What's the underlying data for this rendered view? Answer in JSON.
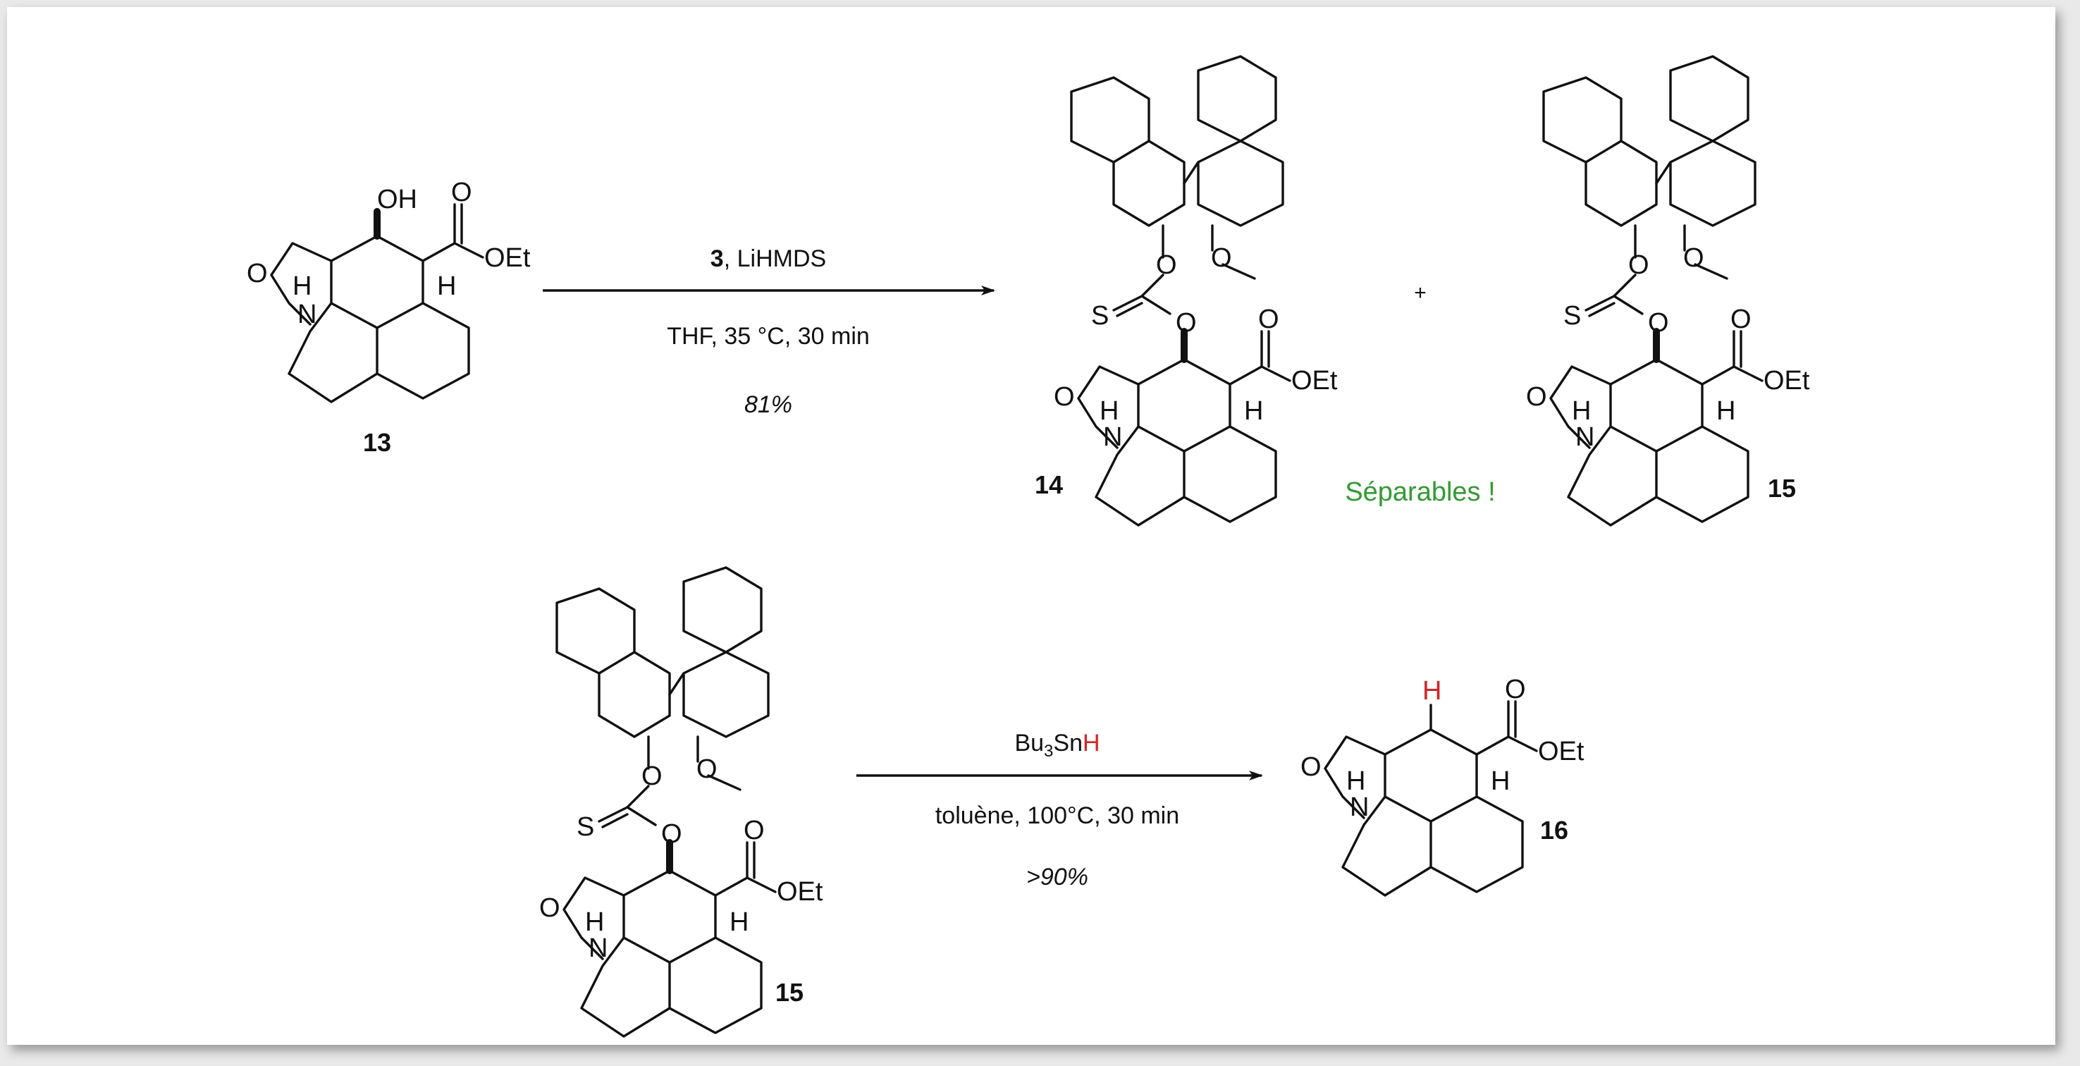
{
  "compounds": {
    "c13": "13",
    "c14": "14",
    "c15a": "15",
    "c15b": "15",
    "c16": "16"
  },
  "atoms": {
    "oh": "OH",
    "o": "O",
    "n": "N",
    "h": "H",
    "s": "S",
    "oet": "OEt"
  },
  "reaction1": {
    "reagent_bold": "3",
    "reagent_rest": ", LiHMDS",
    "conditions": "THF, 35 °C, 30 min",
    "yield": "81%"
  },
  "reaction2": {
    "reagent_bu": "Bu",
    "reagent_sub": "3",
    "reagent_sn": "Sn",
    "reagent_h": "H",
    "conditions": "toluène, 100°C, 30 min",
    "yield": ">90%"
  },
  "plus_sign": "+",
  "separable_note": "Séparables !",
  "colors": {
    "highlight_red": "#e02020",
    "note_green": "#2e9e2e",
    "frame_bg": "#e9e9e9"
  }
}
